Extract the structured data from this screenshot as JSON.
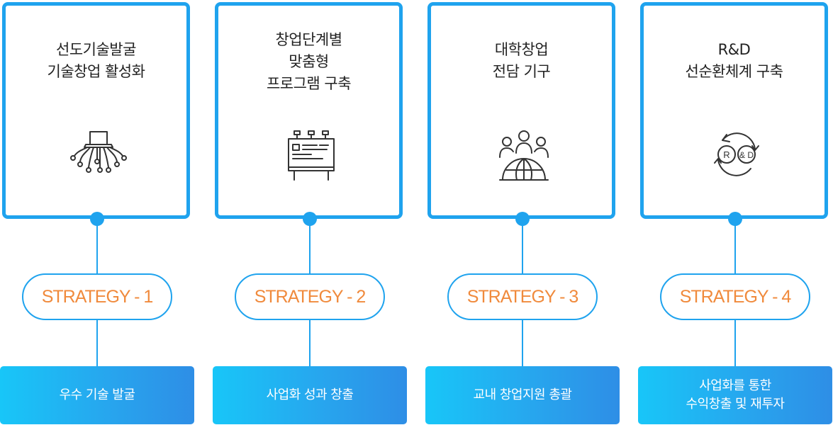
{
  "strategies": [
    {
      "title_lines": [
        "선도기술발굴",
        "기술창업 활성화"
      ],
      "icon": "tech-network-icon",
      "label": "STRATEGY - 1",
      "result_lines": [
        "우수 기술 발굴"
      ]
    },
    {
      "title_lines": [
        "창업단계별",
        "맞춤형",
        "프로그램 구축"
      ],
      "icon": "billboard-icon",
      "label": "STRATEGY - 2",
      "result_lines": [
        "사업화 성과 창출"
      ]
    },
    {
      "title_lines": [
        "대학창업",
        "전담 기구"
      ],
      "icon": "global-team-icon",
      "label": "STRATEGY - 3",
      "result_lines": [
        "교내 창업지원 총괄"
      ]
    },
    {
      "title_lines": [
        "R&D",
        "선순환체계 구축"
      ],
      "icon": "rnd-cycle-icon",
      "label": "STRATEGY - 4",
      "result_lines": [
        "사업화를 통한",
        "수익창출 및 재투자"
      ]
    }
  ],
  "icon_text": {
    "r": "R",
    "amp_d": "& D"
  },
  "colors": {
    "accent": "#1fa3ee",
    "label": "#f08a3c",
    "result_start": "#18c6f8",
    "result_end": "#2e8ee6"
  }
}
